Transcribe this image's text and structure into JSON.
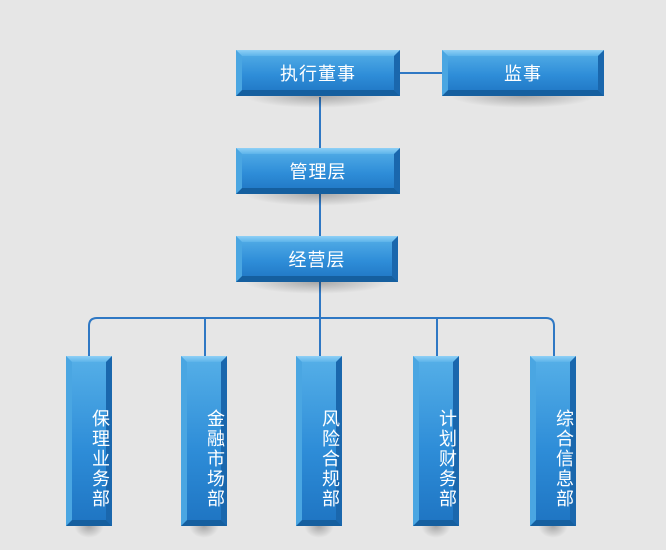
{
  "nodes": {
    "executive_director": "执行董事",
    "supervisor": "监事",
    "management": "管理层",
    "operations": "经营层"
  },
  "departments": [
    "保理业务部",
    "金融市场部",
    "风险合规部",
    "计划财务部",
    "综合信息部"
  ],
  "colors": {
    "background": "#e6e6e6",
    "connector": "#2f78c4",
    "box_light": "#56b0e8",
    "box_dark": "#1e74c2"
  }
}
